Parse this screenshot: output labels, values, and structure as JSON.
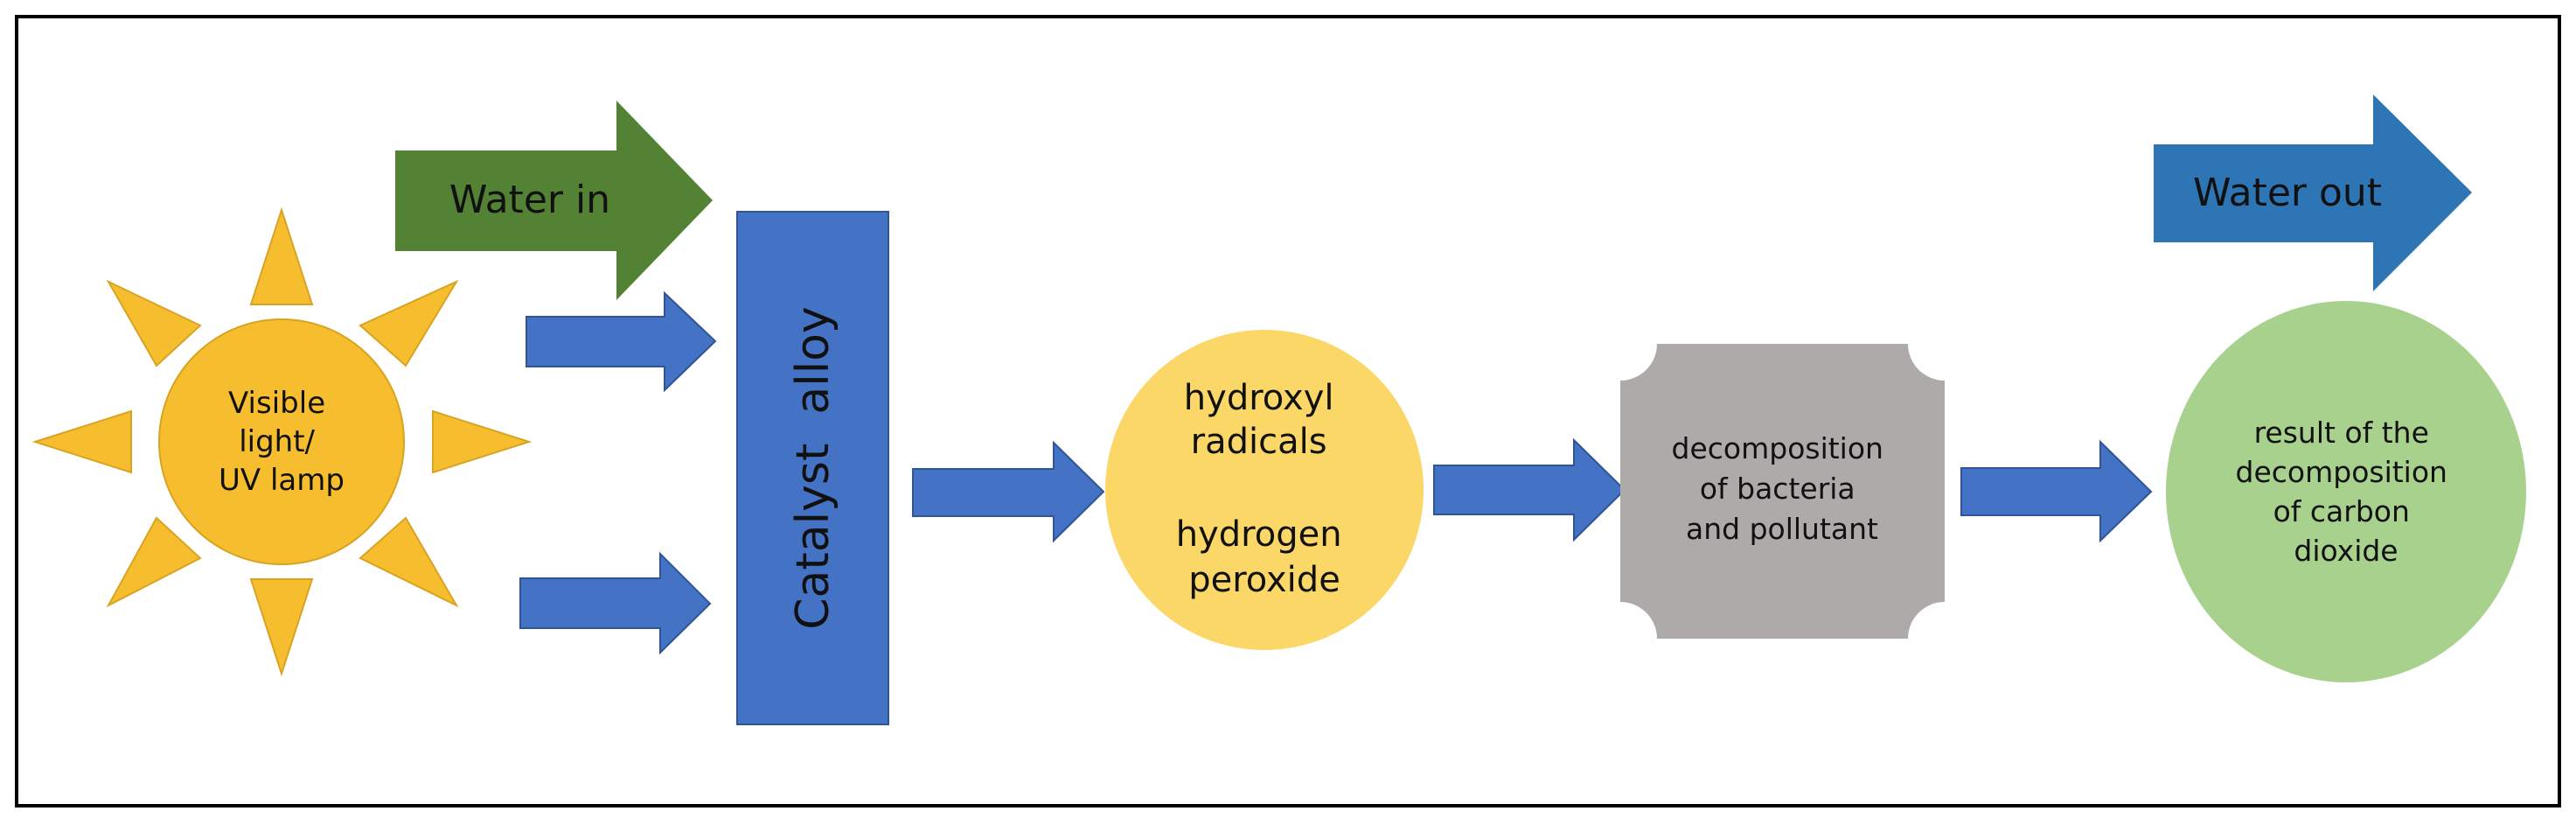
{
  "sun": {
    "label_lines": [
      "Visible",
      "light/",
      "UV lamp"
    ]
  },
  "water_in": {
    "label": "Water in"
  },
  "catalyst": {
    "label": "Catalyst  alloy"
  },
  "radicals": {
    "label_lines": [
      "hydroxyl",
      "radicals",
      "",
      "hydrogen",
      "peroxide"
    ]
  },
  "decomposition": {
    "label_lines": [
      "decomposition",
      "of bacteria",
      "and pollutant"
    ]
  },
  "result": {
    "label_lines": [
      "result of the",
      "decomposition",
      "of carbon",
      "dioxide"
    ]
  },
  "water_out": {
    "label": "Water out"
  },
  "colors": {
    "sun_fill": "#F6BE2F",
    "sun_ray": "#F6BE2F",
    "sun_stroke": "#D9A322",
    "blue_arrow": "#4472C4",
    "blue_stroke": "#2F5597",
    "green_arrow": "#548235",
    "catalyst_fill": "#4472C4",
    "radicals_fill": "#FAD766",
    "decomp_fill": "#AEAAAA",
    "result_fill": "#A9D18E",
    "water_out_fill": "#2E75B6",
    "border": "#000000"
  }
}
